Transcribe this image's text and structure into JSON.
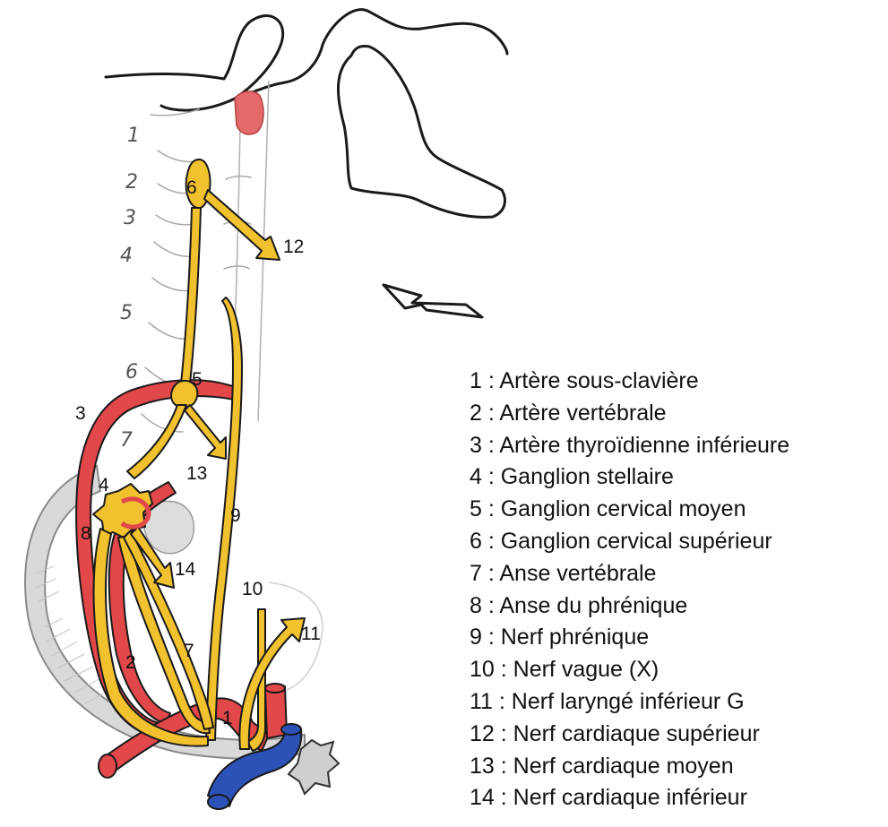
{
  "vertebra_labels": [
    "1",
    "2",
    "3",
    "4",
    "5",
    "6",
    "7"
  ],
  "diagram_numbers": {
    "n1": "1",
    "n2": "2",
    "n3": "3",
    "n4": "4",
    "n5": "5",
    "n6": "6",
    "n7": "7",
    "n8": "8",
    "n9": "9",
    "n10": "10",
    "n11": "11",
    "n12": "12",
    "n13": "13",
    "n14": "14"
  },
  "legend": [
    "1 : Artère sous-clavière",
    "2 : Artère vertébrale",
    "3 : Artère thyroïdienne inférieure",
    "4 : Ganglion stellaire",
    "5 : Ganglion cervical moyen",
    "6 : Ganglion cervical supérieur",
    "7 : Anse vertébrale",
    "8 : Anse du phrénique",
    "9 : Nerf phrénique",
    "10 : Nerf vague (X)",
    "11 : Nerf laryngé inférieur G",
    "12 : Nerf cardiaque supérieur",
    "13 : Nerf cardiaque moyen",
    "14 : Nerf cardiaque inférieur"
  ],
  "colors": {
    "nerve": "#f2c12e",
    "artery": "#e2474a",
    "vein": "#2c52b8",
    "outline": "#1a1a1a",
    "bone": "#d9d9d9",
    "pencil": "#9a9a9a"
  }
}
